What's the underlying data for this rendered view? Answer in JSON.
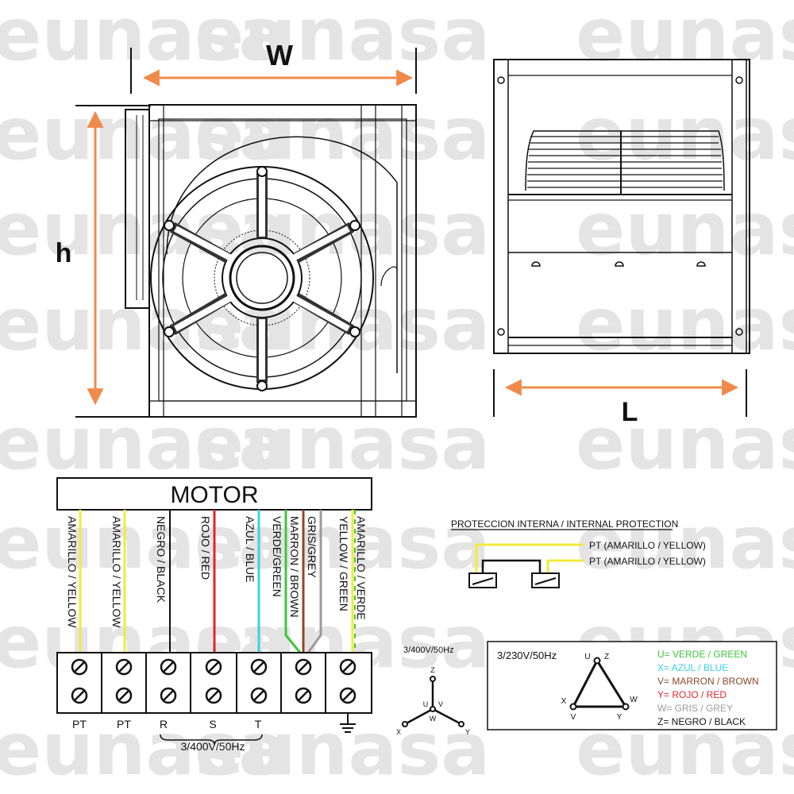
{
  "watermark": {
    "text": "eunasa",
    "repeat_note": ""
  },
  "dimensions": {
    "width_label": "W",
    "height_label": "h",
    "length_label": "L"
  },
  "colors": {
    "dimension_arrow": "#f08a4b",
    "yellow": "#f2ea3c",
    "green": "#3fc63a",
    "blue": "#3ad0e6",
    "red": "#e0262a",
    "brown": "#8b4a2b",
    "grey": "#9a9a9a",
    "black": "#111111"
  },
  "motor": {
    "title": "MOTOR",
    "wires": [
      "AMARILLO / YELLOW",
      "AMARILLO / YELLOW",
      "NEGRO / BLACK",
      "ROJO / RED",
      "AZUL / BLUE",
      "VERDE/GREEN",
      "MARRON / BROWN",
      "GRIS/GREY",
      "AMARILLO / VERDE",
      "YELLOW / GREEN"
    ],
    "terminals": [
      "PT",
      "PT",
      "R",
      "S",
      "T"
    ],
    "supply": "3/400V/50Hz"
  },
  "protection": {
    "title": "PROTECCION INTERNA / INTERNAL PROTECTION",
    "lines": [
      "PT (AMARILLO / YELLOW)",
      "PT (AMARILLO / YELLOW)"
    ]
  },
  "star": {
    "title": "3/400V/50Hz",
    "labels": {
      "z": "Z",
      "u": "U",
      "v": "V",
      "x": "X",
      "w": "W",
      "y": "Y"
    }
  },
  "delta": {
    "title": "3/230V/50Hz",
    "labels": {
      "uz": "U",
      "z": "Z",
      "x": "X",
      "w": "W",
      "v": "V",
      "y": "Y"
    },
    "legend": [
      {
        "prefix": "U= ",
        "text": "VERDE / GREEN",
        "color": "#3fc63a"
      },
      {
        "prefix": "X= ",
        "text": "AZUL / BLUE",
        "color": "#3ad0e6"
      },
      {
        "prefix": "V= ",
        "text": "MARRON / BROWN",
        "color": "#8b4a2b"
      },
      {
        "prefix": "Y= ",
        "text": "ROJO / RED",
        "color": "#e0262a"
      },
      {
        "prefix": "W= ",
        "text": "GRIS / GREY",
        "color": "#9a9a9a"
      },
      {
        "prefix": "Z= ",
        "text": "NEGRO / BLACK",
        "color": "#111111"
      }
    ]
  }
}
